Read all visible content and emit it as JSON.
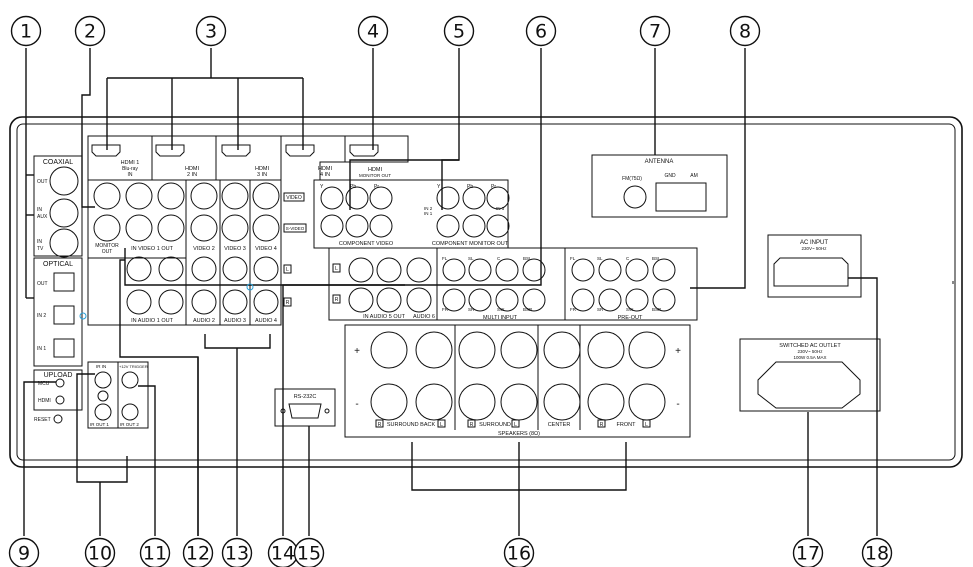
{
  "callouts": [
    "1",
    "2",
    "3",
    "4",
    "5",
    "6",
    "7",
    "8",
    "9",
    "10",
    "11",
    "12",
    "13",
    "14",
    "15",
    "16",
    "17",
    "18"
  ],
  "coaxial": {
    "title": "COAXIAL",
    "out": "OUT",
    "in_aux": "IN\nAUX",
    "in_tv": "IN\nTV"
  },
  "optical": {
    "title": "OPTICAL",
    "out": "OUT",
    "in2": "IN 2",
    "in1": "IN 1"
  },
  "upload": {
    "title": "UPLOAD",
    "mcu": "MCU",
    "hdmi": "HDMI",
    "reset": "RESET"
  },
  "hdmi": {
    "in1": "HDMI 1\nBlu-ray\nIN",
    "in2": "HDMI\n2 IN",
    "in3": "HDMI\n3 IN",
    "in4": "HDMI\n4 IN",
    "out": "HDMI\nMONITOR OUT"
  },
  "video": {
    "monitor_out": "MONITOR\nOUT",
    "video1": "IN   VIDEO 1   OUT",
    "video2": "VIDEO 2",
    "video3": "VIDEO 3",
    "video4": "VIDEO 4",
    "tag_video": "VIDEO",
    "tag_svideo": "S-VIDEO"
  },
  "audio": {
    "audio1": "IN   AUDIO 1   OUT",
    "audio2": "AUDIO 2",
    "audio3": "AUDIO 3",
    "audio4": "AUDIO 4",
    "audio5": "IN   AUDIO 5   OUT",
    "audio6": "AUDIO 6",
    "l": "L",
    "r": "R"
  },
  "component": {
    "video": "COMPONENT VIDEO",
    "monitor": "COMPONENT MONITOR OUT",
    "y": "Y",
    "pb": "Pb",
    "pr": "Pr",
    "in1": "IN 1",
    "in2": "IN 2",
    "in3": "IN 3"
  },
  "antenna": {
    "title": "ANTENNA",
    "fm": "FM(75Ω)",
    "gnd": "GND",
    "am": "AM"
  },
  "multi_input": {
    "title": "MULTI INPUT",
    "fl": "FL",
    "sl": "SL",
    "c": "C",
    "bsl": "BSL",
    "fr": "FR",
    "sr": "SR",
    "sw": "SW",
    "bsr": "BSR"
  },
  "pre_out": {
    "title": "PRE-OUT",
    "fl": "FL",
    "sl": "SL",
    "c": "C",
    "bsl": "BSL",
    "fr": "FR",
    "sr": "SR",
    "sw": "SW",
    "bsr": "BSR"
  },
  "ir": {
    "in": "IR IN",
    "trigger": "+12V TRIGGER",
    "out1": "IR OUT 1",
    "out2": "IR OUT 2"
  },
  "rs232": "RS-232C",
  "speakers": {
    "title": "SPEAKERS (8Ω)",
    "surround_back": "SURROUND BACK",
    "surround": "SURROUND",
    "center": "CENTER",
    "front": "FRONT",
    "plus": "+",
    "minus": "-"
  },
  "ac_input": {
    "title": "AC INPUT",
    "rating": "230V~ 50Hz"
  },
  "switched": {
    "title": "SWITCHED AC OUTLET",
    "rating1": "230V~ 50Hz",
    "rating2": "100W 0.5A MAX"
  }
}
